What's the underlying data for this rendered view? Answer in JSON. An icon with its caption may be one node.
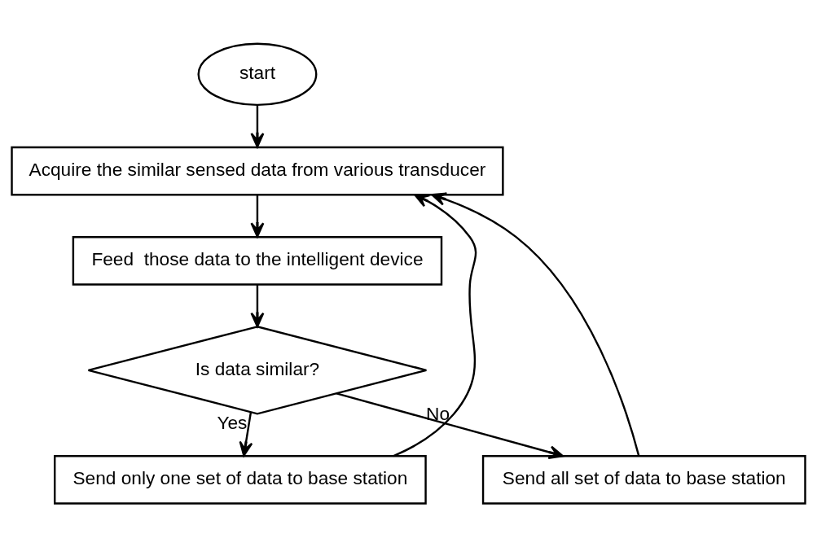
{
  "diagram": {
    "nodes": [
      {
        "text": [
          "start"
        ]
      },
      {
        "text": [
          "Acquire the similar sensed data from various transducer"
        ]
      },
      {
        "text": [
          "Feed  those data to the intelligent device"
        ]
      },
      {
        "text": [
          "Is data similar?"
        ]
      },
      {
        "text": [
          "Send only one set of data to base station"
        ]
      },
      {
        "text": [
          "Send all set of data to base station"
        ]
      }
    ],
    "edges": [
      {
        "from": 0,
        "to": 1,
        "arrow": "to"
      },
      {
        "from": 1,
        "to": 2,
        "arrow": "to"
      },
      {
        "from": 2,
        "to": 3,
        "arrow": "to"
      },
      {
        "from": 3,
        "to": 4,
        "arrow": "to",
        "label": "Yes"
      },
      {
        "from": 3,
        "to": 5,
        "arrow": "to",
        "label": "No"
      },
      {
        "from": 5,
        "to": 1,
        "arrow": "to"
      },
      {
        "from": 4,
        "to": 1,
        "arrow": "to"
      }
    ]
  }
}
